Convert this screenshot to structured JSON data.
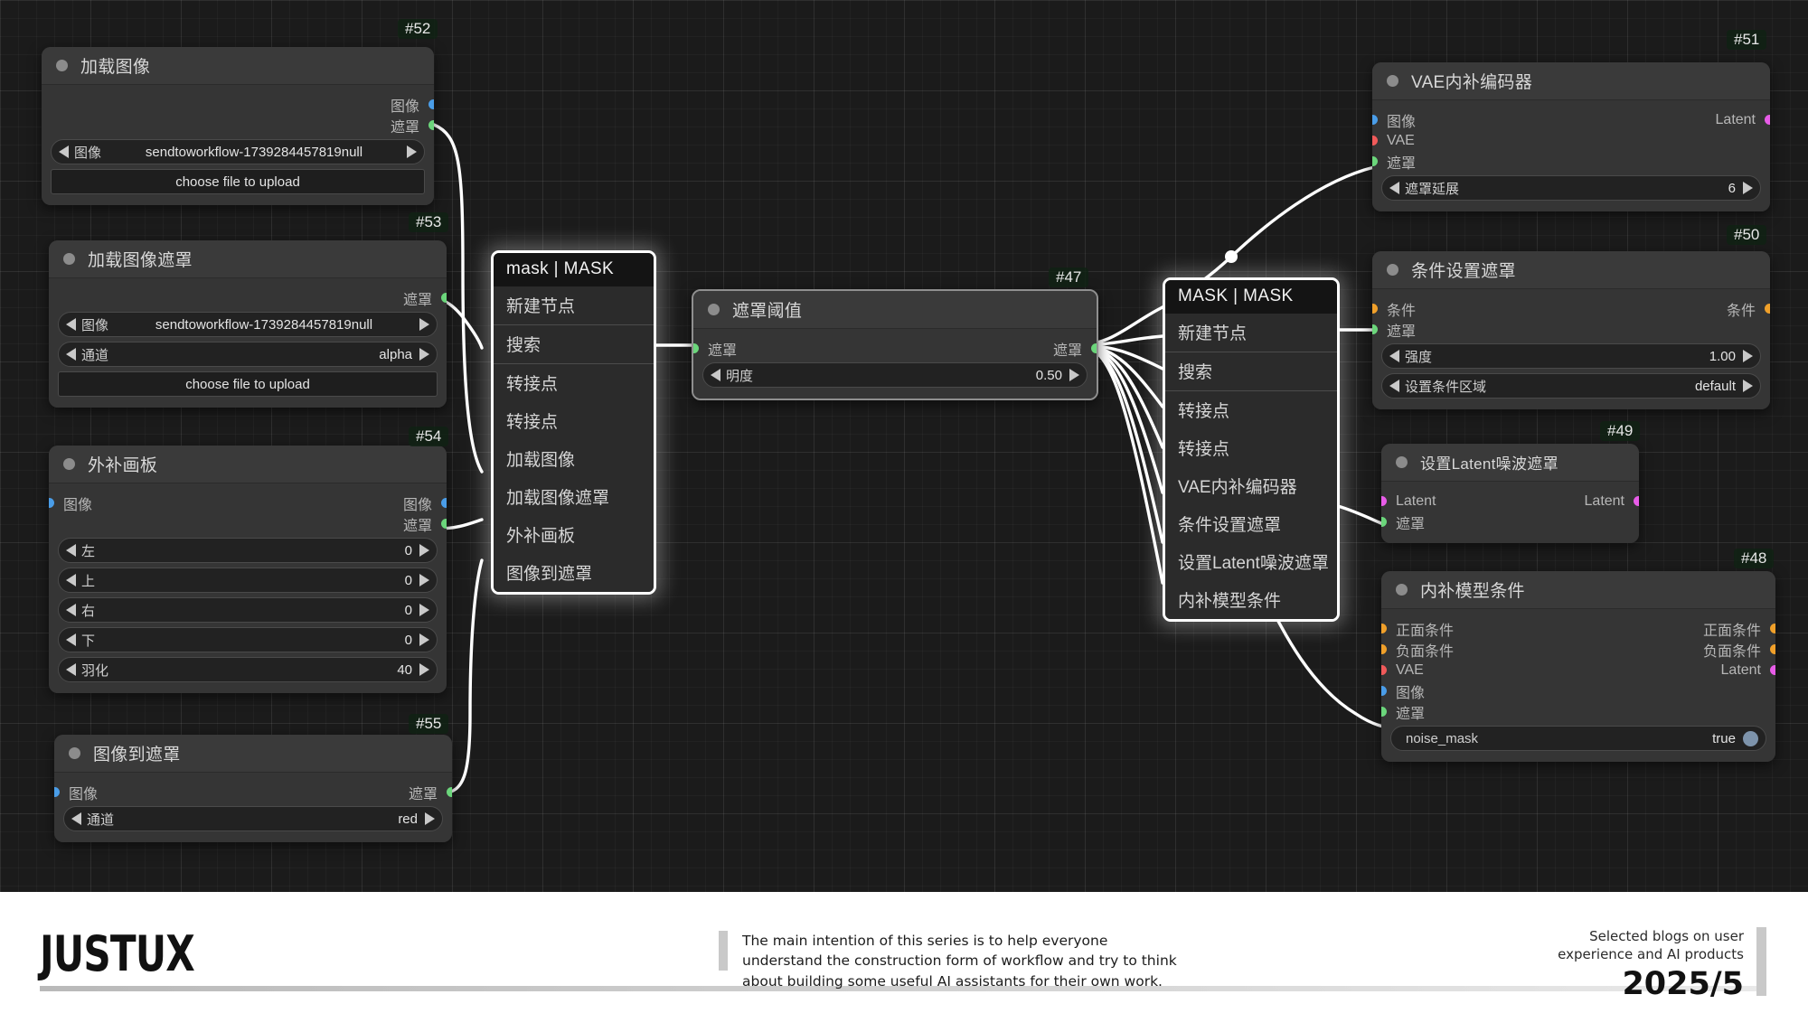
{
  "colors": {
    "image": "#4a9de8",
    "mask": "#6bd67b",
    "vae": "#f05a5a",
    "latent": "#e85ce8",
    "cond": "#f0a02a",
    "node_bg": "#353535",
    "canvas_bg": "#1b1b1b",
    "wire": "#ffffff"
  },
  "canvas": {
    "nodes": [
      {
        "id": "#52",
        "title": "加载图像",
        "outputs": [
          {
            "label": "图像",
            "color": "#4a9de8"
          },
          {
            "label": "遮罩",
            "color": "#6bd67b"
          }
        ],
        "inputs": [],
        "widgets": [
          {
            "type": "combo",
            "name": "图像",
            "value": "sendtoworkflow-1739284457819null"
          },
          {
            "type": "button",
            "value": "choose file to upload"
          }
        ]
      },
      {
        "id": "#53",
        "title": "加载图像遮罩",
        "outputs": [
          {
            "label": "遮罩",
            "color": "#6bd67b"
          }
        ],
        "inputs": [],
        "widgets": [
          {
            "type": "combo",
            "name": "图像",
            "value": "sendtoworkflow-1739284457819null"
          },
          {
            "type": "combo",
            "name": "通道",
            "value": "alpha"
          },
          {
            "type": "button",
            "value": "choose file to upload"
          }
        ]
      },
      {
        "id": "#54",
        "title": "外补画板",
        "inputs": [
          {
            "label": "图像",
            "color": "#4a9de8"
          }
        ],
        "outputs": [
          {
            "label": "图像",
            "color": "#4a9de8"
          },
          {
            "label": "遮罩",
            "color": "#6bd67b"
          }
        ],
        "widgets": [
          {
            "type": "number",
            "name": "左",
            "value": "0"
          },
          {
            "type": "number",
            "name": "上",
            "value": "0"
          },
          {
            "type": "number",
            "name": "右",
            "value": "0"
          },
          {
            "type": "number",
            "name": "下",
            "value": "0"
          },
          {
            "type": "number",
            "name": "羽化",
            "value": "40"
          }
        ]
      },
      {
        "id": "#55",
        "title": "图像到遮罩",
        "inputs": [
          {
            "label": "图像",
            "color": "#4a9de8"
          }
        ],
        "outputs": [
          {
            "label": "遮罩",
            "color": "#6bd67b"
          }
        ],
        "widgets": [
          {
            "type": "combo",
            "name": "通道",
            "value": "red"
          }
        ]
      },
      {
        "id": "#47",
        "title": "遮罩阈值",
        "inputs": [
          {
            "label": "遮罩",
            "color": "#6bd67b"
          }
        ],
        "outputs": [
          {
            "label": "遮罩",
            "color": "#6bd67b"
          }
        ],
        "widgets": [
          {
            "type": "number",
            "name": "明度",
            "value": "0.50"
          }
        ]
      },
      {
        "id": "#51",
        "title": "VAE内补编码器",
        "inputs": [
          {
            "label": "图像",
            "color": "#4a9de8"
          },
          {
            "label": "VAE",
            "color": "#f05a5a"
          },
          {
            "label": "遮罩",
            "color": "#6bd67b"
          }
        ],
        "outputs": [
          {
            "label": "Latent",
            "color": "#e85ce8"
          }
        ],
        "widgets": [
          {
            "type": "number",
            "name": "遮罩延展",
            "value": "6"
          }
        ]
      },
      {
        "id": "#50",
        "title": "条件设置遮罩",
        "inputs": [
          {
            "label": "条件",
            "color": "#f0a02a"
          },
          {
            "label": "遮罩",
            "color": "#6bd67b"
          }
        ],
        "outputs": [
          {
            "label": "条件",
            "color": "#f0a02a"
          }
        ],
        "widgets": [
          {
            "type": "number",
            "name": "强度",
            "value": "1.00"
          },
          {
            "type": "combo",
            "name": "设置条件区域",
            "value": "default"
          }
        ]
      },
      {
        "id": "#49",
        "title": "设置Latent噪波遮罩",
        "inputs": [
          {
            "label": "Latent",
            "color": "#e85ce8"
          },
          {
            "label": "遮罩",
            "color": "#6bd67b"
          }
        ],
        "outputs": [
          {
            "label": "Latent",
            "color": "#e85ce8"
          }
        ],
        "widgets": []
      },
      {
        "id": "#48",
        "title": "内补模型条件",
        "inputs": [
          {
            "label": "正面条件",
            "color": "#f0a02a"
          },
          {
            "label": "负面条件",
            "color": "#f0a02a"
          },
          {
            "label": "VAE",
            "color": "#f05a5a"
          },
          {
            "label": "图像",
            "color": "#4a9de8"
          },
          {
            "label": "遮罩",
            "color": "#6bd67b"
          }
        ],
        "outputs": [
          {
            "label": "正面条件",
            "color": "#f0a02a"
          },
          {
            "label": "负面条件",
            "color": "#f0a02a"
          },
          {
            "label": "Latent",
            "color": "#e85ce8"
          }
        ],
        "widgets": [
          {
            "type": "toggle",
            "name": "noise_mask",
            "value": "true"
          }
        ]
      }
    ],
    "menus": [
      {
        "name": "mask-source-menu",
        "title": "mask | MASK",
        "items": [
          {
            "label": "新建节点",
            "divider": true
          },
          {
            "label": "搜索",
            "divider": true
          },
          {
            "label": "转接点",
            "divider": false
          },
          {
            "label": "转接点",
            "divider": false
          },
          {
            "label": "加载图像",
            "divider": false
          },
          {
            "label": "加载图像遮罩",
            "divider": false
          },
          {
            "label": "外补画板",
            "divider": false
          },
          {
            "label": "图像到遮罩",
            "divider": false
          }
        ]
      },
      {
        "name": "mask-target-menu",
        "title": "MASK | MASK",
        "items": [
          {
            "label": "新建节点",
            "divider": true
          },
          {
            "label": "搜索",
            "divider": true
          },
          {
            "label": "转接点",
            "divider": false
          },
          {
            "label": "转接点",
            "divider": false
          },
          {
            "label": "VAE内补编码器",
            "divider": false
          },
          {
            "label": "条件设置遮罩",
            "divider": false
          },
          {
            "label": "设置Latent噪波遮罩",
            "divider": false
          },
          {
            "label": "内补模型条件",
            "divider": false
          }
        ]
      }
    ]
  },
  "footer": {
    "brand": "JUSTUX",
    "note_lines": [
      "The main intention of this series is to help everyone",
      "understand the construction form of workflow and try to think",
      "about building some useful AI assistants for their own work."
    ],
    "right_lines": [
      "Selected blogs on user",
      "experience and AI products"
    ],
    "right_big": "2025/5"
  }
}
